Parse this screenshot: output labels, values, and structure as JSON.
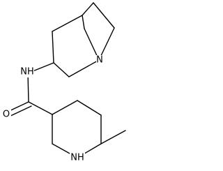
{
  "structure": {
    "atoms": {
      "n_amide": "NH",
      "n_quinuclidine": "N",
      "o_carbonyl": "O",
      "n_piperidine": "NH"
    }
  }
}
